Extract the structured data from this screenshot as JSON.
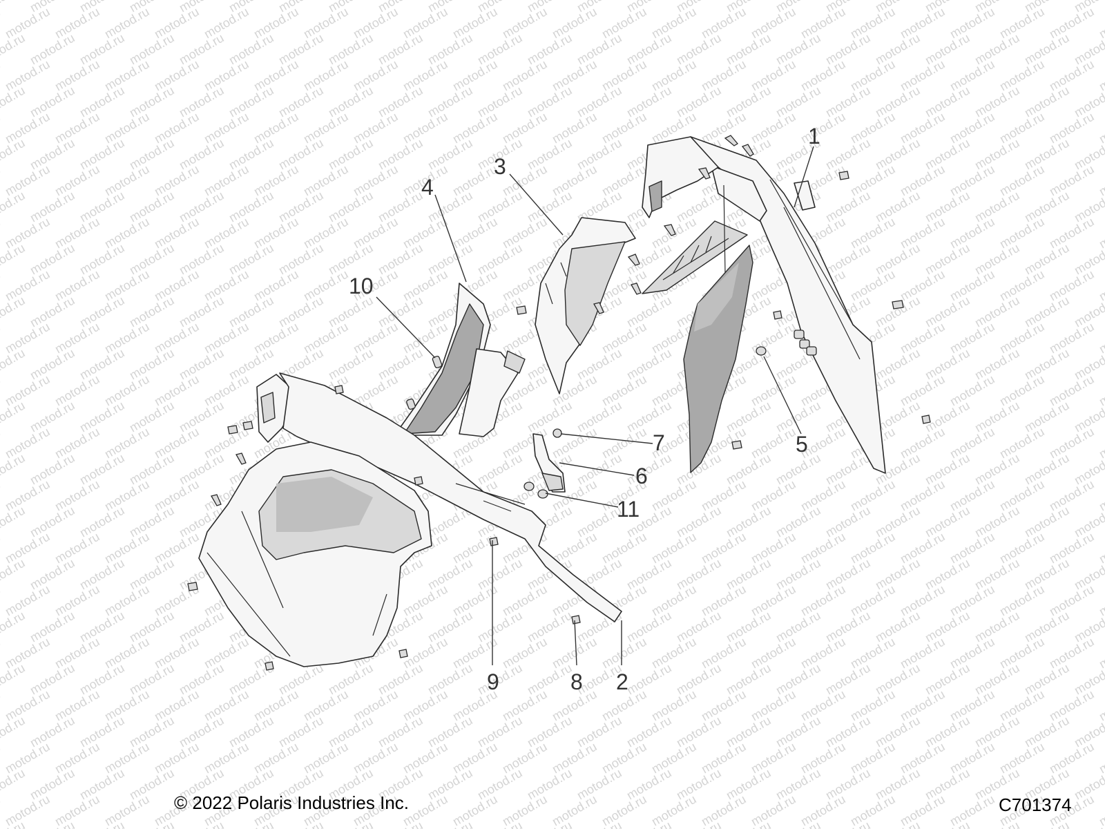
{
  "diagram": {
    "callouts": [
      {
        "id": "1",
        "label": "1"
      },
      {
        "id": "2",
        "label": "2"
      },
      {
        "id": "3",
        "label": "3"
      },
      {
        "id": "4",
        "label": "4"
      },
      {
        "id": "5",
        "label": "5"
      },
      {
        "id": "6",
        "label": "6"
      },
      {
        "id": "7",
        "label": "7"
      },
      {
        "id": "8",
        "label": "8"
      },
      {
        "id": "9",
        "label": "9"
      },
      {
        "id": "10",
        "label": "10"
      },
      {
        "id": "11",
        "label": "11"
      }
    ],
    "watermark_text": "motod.ru",
    "copyright": "© 2022 Polaris Industries Inc.",
    "drawing_number": "C701374"
  }
}
